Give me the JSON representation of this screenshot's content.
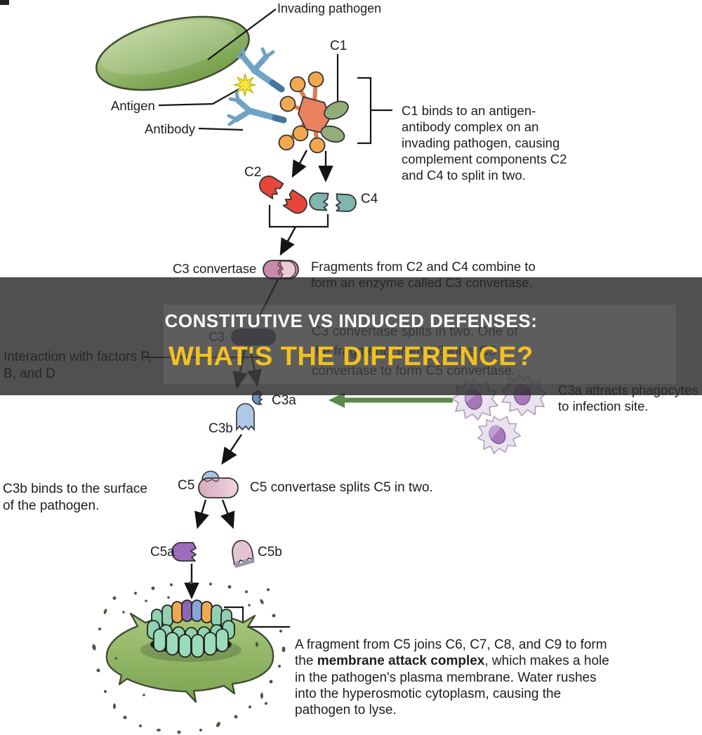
{
  "banner": {
    "title": "CONSTITUTIVE VS INDUCED DEFENSES:",
    "subtitle": "WHAT'S THE DIFFERENCE?",
    "title_color": "#FDFDFD",
    "subtitle_color": "#F3C11F",
    "overlay_color": "#2A2A2A"
  },
  "diagram": {
    "labels": {
      "invading_pathogen": "Invading pathogen",
      "antigen": "Antigen",
      "antibody": "Antibody",
      "c1": "C1",
      "c2": "C2",
      "c4": "C4",
      "c3_convertase": "C3 convertase",
      "c3": "C3",
      "c3a": "C3a",
      "c3b": "C3b",
      "c5": "C5",
      "c5a": "C5a",
      "c5b": "C5b"
    },
    "annotations": {
      "c1_binds": "C1 binds to an antigen-\nantibody complex on an\ninvading pathogen, causing\ncomplement components C2\nand C4 to split in two.",
      "fragments": "Fragments from C2 and C4 combine to\nform an enzyme called C3 convertase.",
      "c3_splits": "C3 convertase splits in two. One of\nthe fragments from C2 joins C3\nconvertase to form C5 convertase.",
      "interaction": "Interaction with factors P,\nB, and D",
      "c3a_attracts": "C3a attracts phagocytes\nto infection site.",
      "c3b_binds": "C3b binds to the surface\nof the pathogen.",
      "c5_splits": "C5 convertase splits C5 in two.",
      "mac_pre": "A fragment  from C5 joins C6, C7, C8, and C9 to form\nthe ",
      "mac_bold": "membrane attack complex",
      "mac_post": ", which makes a hole\nin the pathogen's plasma membrane. Water rushes\ninto the hyperosmotic cytoplasm, causing the\npathogen to lyse."
    },
    "colors": {
      "pathogen_green": "#8FB55F",
      "antibody_blue": "#6FA3C6",
      "antigen_yellow": "#F5E53E",
      "c1_orange": "#F2A851",
      "c1_salmon": "#E8825E",
      "c1_green": "#92AD7A",
      "c2_red": "#E5483A",
      "c4_teal": "#7FB7AF",
      "c3_convertase_pink": "#C78AA8",
      "c3_navy": "#49566C",
      "c3a_blue": "#6B93C9",
      "c3b_light_blue": "#ADC9E6",
      "c5_pink": "#D8A9BF",
      "c5a_purple": "#9D6CBA",
      "c5b_pink": "#E4C4D3",
      "attract_arrow_green": "#5B8A49",
      "mac_teal": "#96D6B6",
      "phagocyte_lavender": "#EAE3EF"
    }
  }
}
